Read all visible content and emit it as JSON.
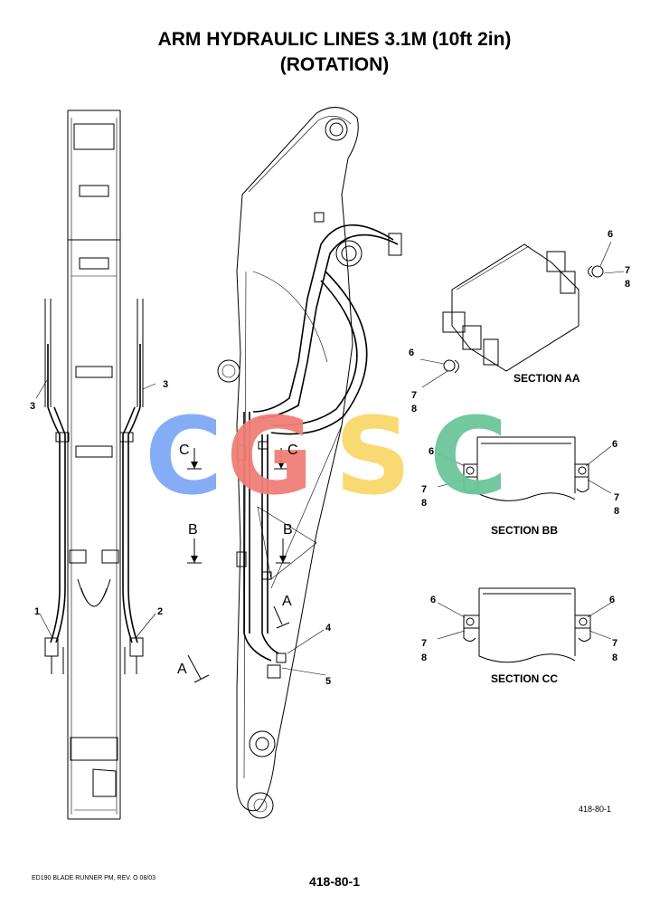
{
  "header": {
    "title_line1": "ARM HYDRAULIC LINES 3.1M (10ft 2in)",
    "title_line2": "(ROTATION)"
  },
  "callouts": {
    "c1": "1",
    "c2": "2",
    "c3_left": "3",
    "c3_right": "3",
    "c4": "4",
    "c5": "5",
    "aa_6a": "6",
    "aa_7a": "7",
    "aa_8a": "8",
    "aa_6b": "6",
    "aa_7b": "7",
    "aa_8b": "8",
    "bb_6a": "6",
    "bb_7a": "7",
    "bb_8a": "8",
    "bb_6b": "6",
    "bb_7b": "7",
    "bb_8b": "8",
    "cc_6a": "6",
    "cc_7a": "7",
    "cc_8a": "8",
    "cc_6b": "6",
    "cc_7b": "7",
    "cc_8b": "8"
  },
  "section_markers": {
    "c_left": "C",
    "c_right": "C",
    "b_left": "B",
    "b_right": "B",
    "a_upper": "A",
    "a_lower": "A"
  },
  "sections": {
    "aa": "SECTION AA",
    "bb": "SECTION BB",
    "cc": "SECTION CC"
  },
  "watermark": {
    "letters": [
      "C",
      "G",
      "S",
      "C"
    ],
    "colors": [
      "#7fa9f5",
      "#f07f78",
      "#f9d76a",
      "#6cc69b"
    ]
  },
  "footer": {
    "left": "ED190 BLADE RUNNER PM, REV. O 08/03",
    "center": "418-80-1",
    "ref": "418-80-1"
  }
}
